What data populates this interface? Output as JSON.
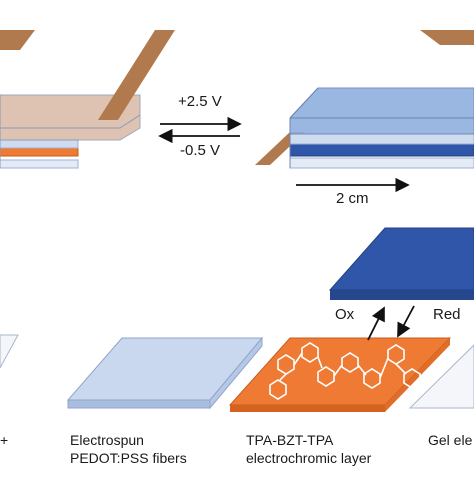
{
  "voltage": {
    "forward": "+2.5 V",
    "reverse": "-0.5 V"
  },
  "scale": {
    "text": "2 cm"
  },
  "redox": {
    "ox": "Ox",
    "red": "Red"
  },
  "layers": {
    "left_cut": "+",
    "pedot_line1": "Electrospun",
    "pedot_line2": "PEDOT:PSS fibers",
    "tpa_line1": "TPA-BZT-TPA",
    "tpa_line2": "electrochromic layer",
    "gel": "Gel ele"
  },
  "colors": {
    "copper": "#b07a4e",
    "orange": "#ee7a34",
    "blue_dark": "#2f56a8",
    "blue_light": "#c9d8ef",
    "glass": "#dde6f4"
  }
}
